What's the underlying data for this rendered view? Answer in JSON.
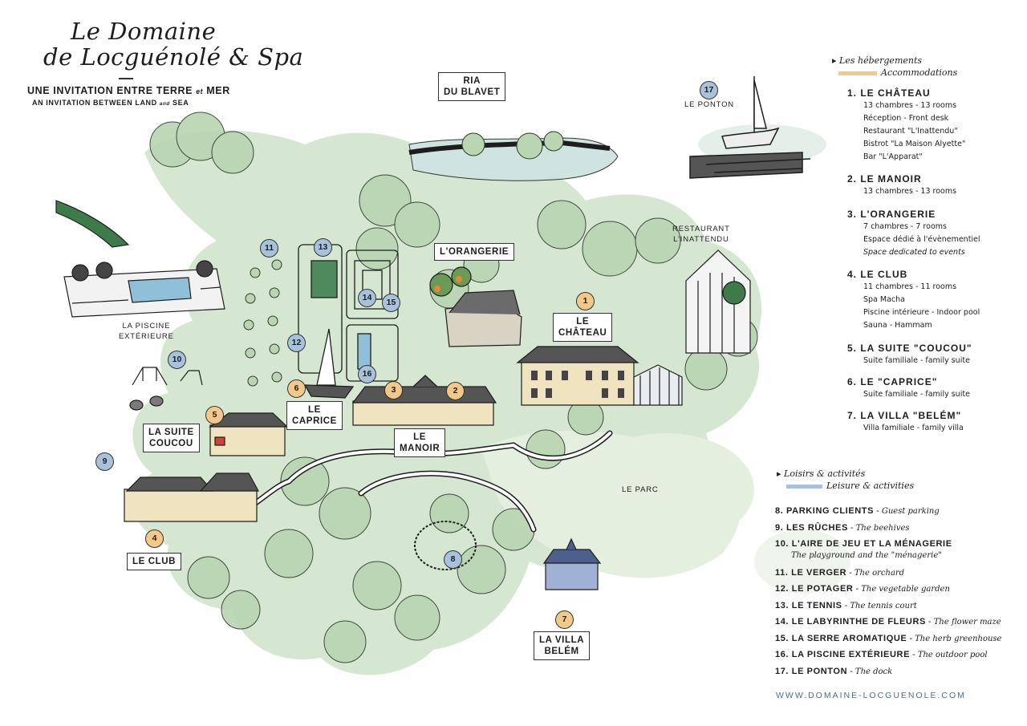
{
  "header": {
    "title_line1": "Le Domaine",
    "title_line2": "de Locguénolé & Spa",
    "tagline_fr_part1": "UNE INVITATION ENTRE TERRE",
    "tagline_fr_small": "et",
    "tagline_fr_part2": "MER",
    "tagline_en_part1": "AN INVITATION BETWEEN LAND",
    "tagline_en_small": "and",
    "tagline_en_part2": "SEA"
  },
  "colors": {
    "accommodation": "#f3c98b",
    "leisure": "#a9c2dc",
    "greenery": "#c5dcc0",
    "water": "#cfe3e0",
    "website": "#4a6f8c"
  },
  "map_labels": {
    "ria": "RIA\nDU BLAVET",
    "ponton": "LE PONTON",
    "restaurant": "RESTAURANT\nL'INATTENDU",
    "orangerie": "L'ORANGERIE",
    "chateau": "LE\nCHÂTEAU",
    "caprice": "LE\nCAPRICE",
    "manoir": "LE\nMANOIR",
    "suite_coucou": "LA SUITE\nCOUCOU",
    "club": "LE CLUB",
    "villa_belem": "LA VILLA\nBELÉM",
    "piscine": "LA PISCINE\nEXTÉRIEURE",
    "parc": "LE PARC"
  },
  "markers": [
    {
      "number": "1",
      "kind": "accommodation"
    },
    {
      "number": "2",
      "kind": "accommodation"
    },
    {
      "number": "3",
      "kind": "accommodation"
    },
    {
      "number": "4",
      "kind": "accommodation"
    },
    {
      "number": "5",
      "kind": "accommodation"
    },
    {
      "number": "6",
      "kind": "accommodation"
    },
    {
      "number": "7",
      "kind": "accommodation"
    },
    {
      "number": "8",
      "kind": "leisure"
    },
    {
      "number": "9",
      "kind": "leisure"
    },
    {
      "number": "10",
      "kind": "leisure"
    },
    {
      "number": "11",
      "kind": "leisure"
    },
    {
      "number": "12",
      "kind": "leisure"
    },
    {
      "number": "13",
      "kind": "leisure"
    },
    {
      "number": "14",
      "kind": "leisure"
    },
    {
      "number": "15",
      "kind": "leisure"
    },
    {
      "number": "16",
      "kind": "leisure"
    },
    {
      "number": "17",
      "kind": "leisure"
    }
  ],
  "legend": {
    "accommodations": {
      "heading_fr": "Les hébergements",
      "heading_en": "Accommodations",
      "items": [
        {
          "title": "1. LE CHÂTEAU",
          "lines": [
            "13 chambres - 13 rooms",
            "Réception - Front desk",
            "Restaurant \"L'Inattendu\"",
            "Bistrot \"La Maison Alyette\"",
            "Bar \"L'Apparat\""
          ]
        },
        {
          "title": "2. LE MANOIR",
          "lines": [
            "13 chambres - 13 rooms"
          ]
        },
        {
          "title": "3. L'ORANGERIE",
          "lines": [
            "7 chambres - 7 rooms",
            "Espace dédié à l'évènementiel",
            "Space dedicated to events"
          ]
        },
        {
          "title": "4. LE CLUB",
          "lines": [
            "11 chambres - 11 rooms",
            "Spa Macha",
            "Piscine intérieure - Indoor pool",
            "Sauna - Hammam"
          ]
        },
        {
          "title": "5. LA SUITE \"COUCOU\"",
          "lines": [
            "Suite familiale - family suite"
          ]
        },
        {
          "title": "6. LE \"CAPRICE\"",
          "lines": [
            "Suite familiale - family suite"
          ]
        },
        {
          "title": "7. LA VILLA \"BELÉM\"",
          "lines": [
            "Villa familiale - family villa"
          ]
        }
      ]
    },
    "leisure": {
      "heading_fr": "Loisirs & activités",
      "heading_en": "Leisure & activities",
      "items": [
        {
          "fr": "8. PARKING CLIENTS",
          "en": "Guest parking",
          "en2": ""
        },
        {
          "fr": "9. LES RÛCHES",
          "en": "The beehives",
          "en2": ""
        },
        {
          "fr": "10. L'AIRE DE JEU ET LA MÉNAGERIE",
          "en": "",
          "en2": "The playground and the \"ménagerie\""
        },
        {
          "fr": "11. LE VERGER",
          "en": "The orchard",
          "en2": ""
        },
        {
          "fr": "12. LE POTAGER",
          "en": "The vegetable garden",
          "en2": ""
        },
        {
          "fr": "13. LE TENNIS",
          "en": "The tennis court",
          "en2": ""
        },
        {
          "fr": "14. LE LABYRINTHE DE FLEURS",
          "en": "The flower maze",
          "en2": ""
        },
        {
          "fr": "15. LA SERRE AROMATIQUE",
          "en": "The herb greenhouse",
          "en2": ""
        },
        {
          "fr": "16. LA PISCINE EXTÉRIEURE",
          "en": "The outdoor pool",
          "en2": ""
        },
        {
          "fr": "17. LE PONTON",
          "en": "The dock",
          "en2": ""
        }
      ]
    }
  },
  "website": "WWW.DOMAINE-LOCGUENOLE.COM"
}
